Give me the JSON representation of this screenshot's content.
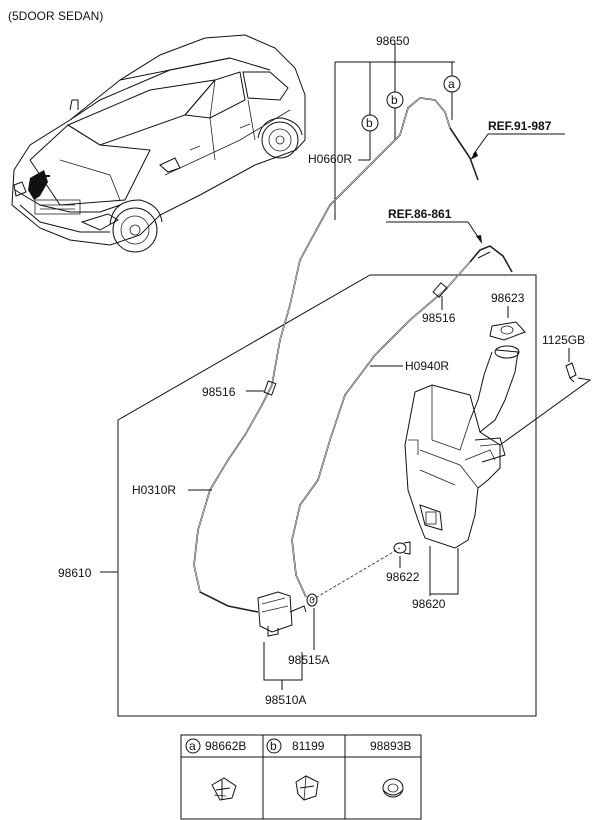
{
  "title": "(5DOOR SEDAN)",
  "labels": {
    "p98650": "98650",
    "ref1": "REF.91-987",
    "h0660r": "H0660R",
    "ref2": "REF.86-861",
    "p98516_top": "98516",
    "p98623": "98623",
    "p1125gb": "1125GB",
    "h0940r": "H0940R",
    "p98516_left": "98516",
    "h0310r": "H0310R",
    "p98610": "98610",
    "p98622": "98622",
    "p98620": "98620",
    "p98515a": "98515A",
    "p98510a": "98510A"
  },
  "callouts": {
    "a": "a",
    "b": "b"
  },
  "legend": [
    {
      "letter": "a",
      "part": "98662B"
    },
    {
      "letter": "b",
      "part": "81199"
    },
    {
      "letter": "",
      "part": "98893B"
    }
  ]
}
